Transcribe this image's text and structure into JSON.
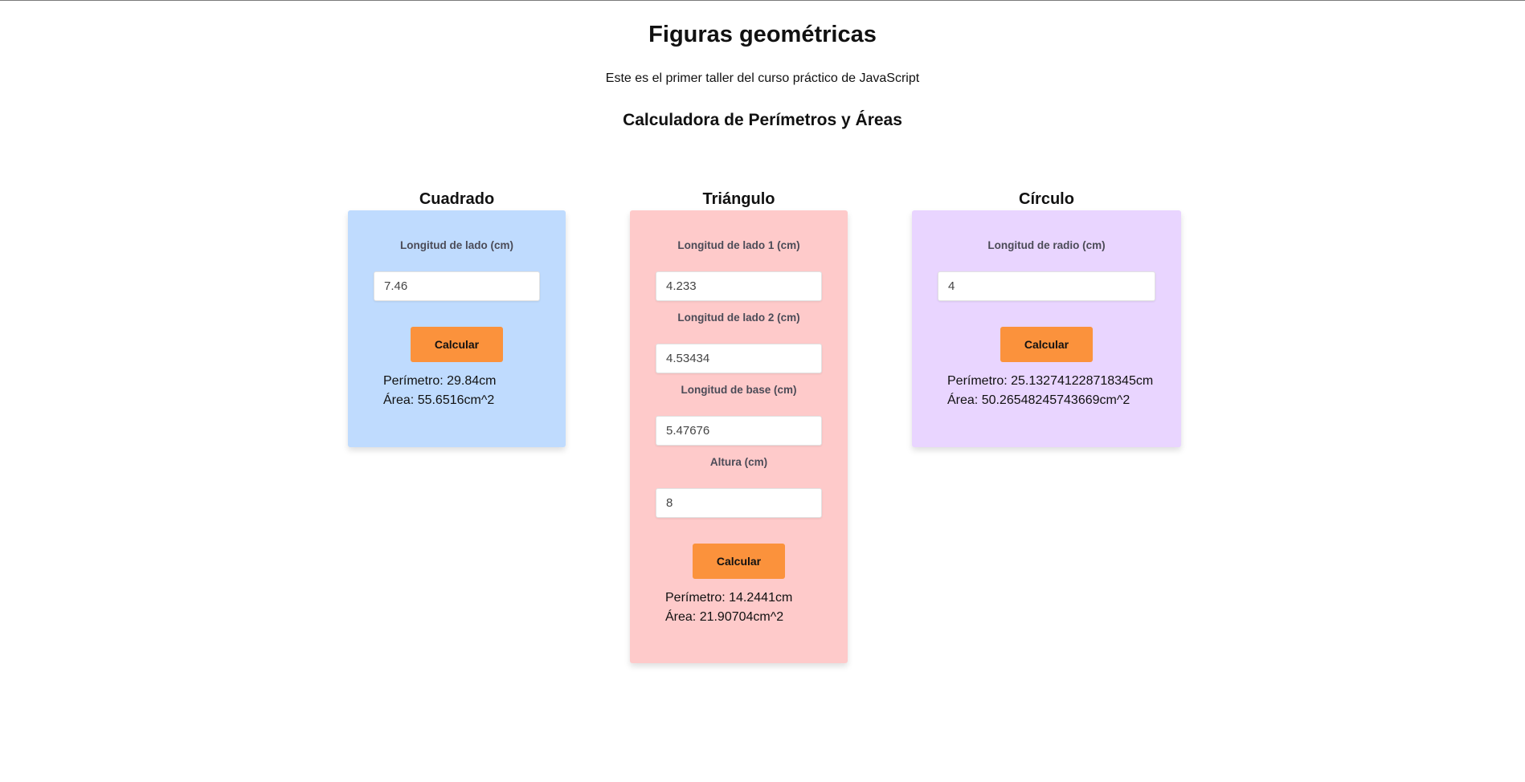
{
  "header": {
    "title": "Figuras geométricas",
    "subtitle": "Este es el primer taller del curso práctico de JavaScript",
    "section_title": "Calculadora de Perímetros y Áreas"
  },
  "colors": {
    "square_card": "#bfdbfe",
    "triangle_card": "#fecaca",
    "circle_card": "#e9d5ff",
    "button": "#fb923c"
  },
  "square": {
    "title": "Cuadrado",
    "side_label": "Longitud de lado (cm)",
    "side_value": "7.46",
    "button_label": "Calcular",
    "perimeter_result": "Perímetro: 29.84cm",
    "area_result": "Área: 55.6516cm^2"
  },
  "triangle": {
    "title": "Triángulo",
    "side1_label": "Longitud de lado 1 (cm)",
    "side1_value": "4.233",
    "side2_label": "Longitud de lado 2 (cm)",
    "side2_value": "4.53434",
    "base_label": "Longitud de base (cm)",
    "base_value": "5.47676",
    "height_label": "Altura (cm)",
    "height_value": "8",
    "button_label": "Calcular",
    "perimeter_result": "Perímetro: 14.2441cm",
    "area_result": "Área: 21.90704cm^2"
  },
  "circle": {
    "title": "Círculo",
    "radius_label": "Longitud de radio (cm)",
    "radius_value": "4",
    "button_label": "Calcular",
    "perimeter_result": "Perímetro: 25.132741228718345cm",
    "area_result": "Área: 50.26548245743669cm^2"
  }
}
